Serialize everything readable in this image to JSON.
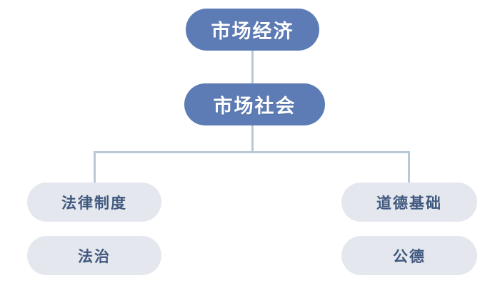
{
  "diagram": {
    "type": "hierarchy-tree",
    "title": "",
    "background_color": "#ffffff",
    "palette": {
      "primary_node_fill": "#5d7cb5",
      "primary_node_text": "#ffffff",
      "secondary_node_fill": "#e4e7ed",
      "secondary_node_text": "#40587f",
      "connector_line": "#b9c8d6"
    },
    "nodes": [
      {
        "id": "market-economy",
        "label": "市场经济",
        "level": 1,
        "style": "primary"
      },
      {
        "id": "market-society",
        "label": "市场社会",
        "level": 2,
        "style": "primary"
      },
      {
        "id": "legal-system",
        "label": "法律制度",
        "level": 3,
        "style": "secondary"
      },
      {
        "id": "moral-foundation",
        "label": "道德基础",
        "level": 3,
        "style": "secondary"
      },
      {
        "id": "rule-of-law",
        "label": "法治",
        "level": 4,
        "style": "secondary"
      },
      {
        "id": "public-morality",
        "label": "公德",
        "level": 4,
        "style": "secondary"
      }
    ],
    "edges": [
      {
        "from": "market-economy",
        "to": "market-society",
        "kind": "vertical"
      },
      {
        "from": "market-society",
        "to": "legal-system",
        "kind": "elbow-left"
      },
      {
        "from": "market-society",
        "to": "moral-foundation",
        "kind": "elbow-right"
      }
    ]
  }
}
